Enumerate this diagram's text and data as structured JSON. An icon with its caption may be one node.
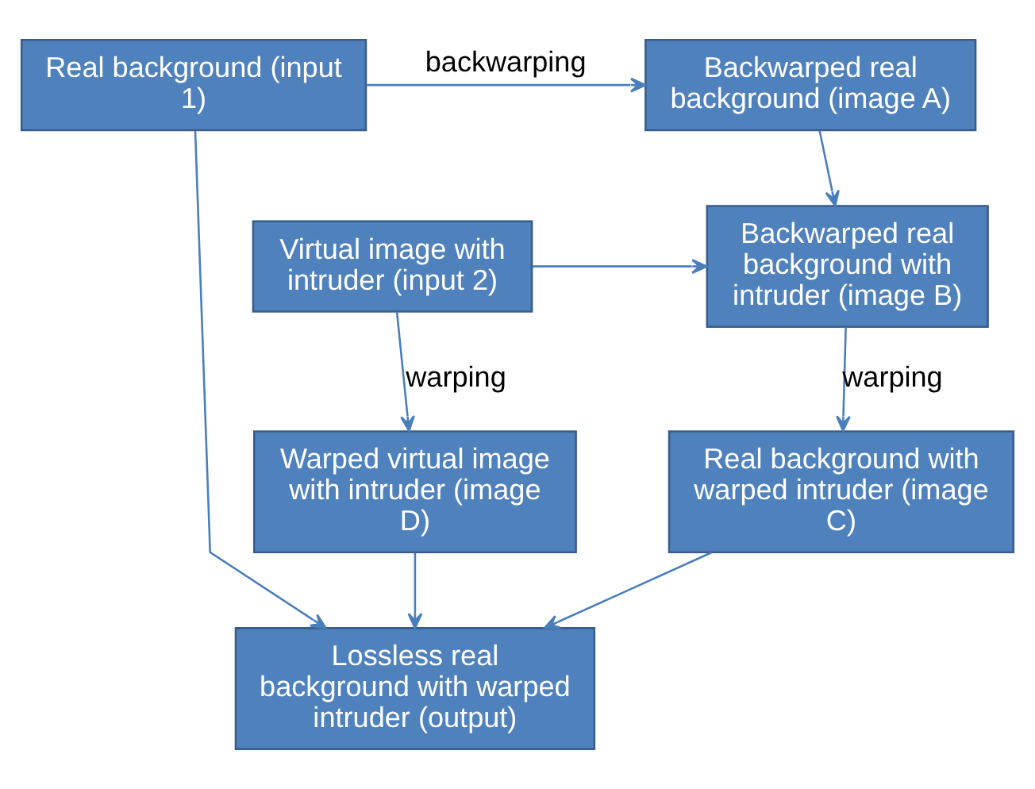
{
  "diagram": {
    "nodes": [
      {
        "text": [
          "Real background (input 1)"
        ]
      },
      {
        "text": [
          "Backwarped real background (image A)"
        ]
      },
      {
        "text": [
          "Virtual image with intruder (input 2)"
        ]
      },
      {
        "text": [
          "Backwarped real background with intruder (image B)"
        ]
      },
      {
        "text": [
          "Warped virtual image with intruder (image D)"
        ]
      },
      {
        "text": [
          "Real background with warped intruder (image C)"
        ]
      },
      {
        "text": [
          "Lossless real background with warped intruder (output)"
        ]
      }
    ],
    "edges": [
      {
        "from": 0,
        "to": 1,
        "arrow": "to",
        "label": "backwarping"
      },
      {
        "from": 1,
        "to": 3,
        "arrow": "to"
      },
      {
        "from": 2,
        "to": 3,
        "arrow": "to"
      },
      {
        "from": 2,
        "to": 4,
        "arrow": "to",
        "label": "warping"
      },
      {
        "from": 3,
        "to": 5,
        "arrow": "to",
        "label": "warping"
      },
      {
        "from": 4,
        "to": 6,
        "arrow": "to"
      },
      {
        "from": 5,
        "to": 6,
        "arrow": "to"
      },
      {
        "from": 0,
        "to": 6,
        "arrow": "to"
      }
    ]
  }
}
